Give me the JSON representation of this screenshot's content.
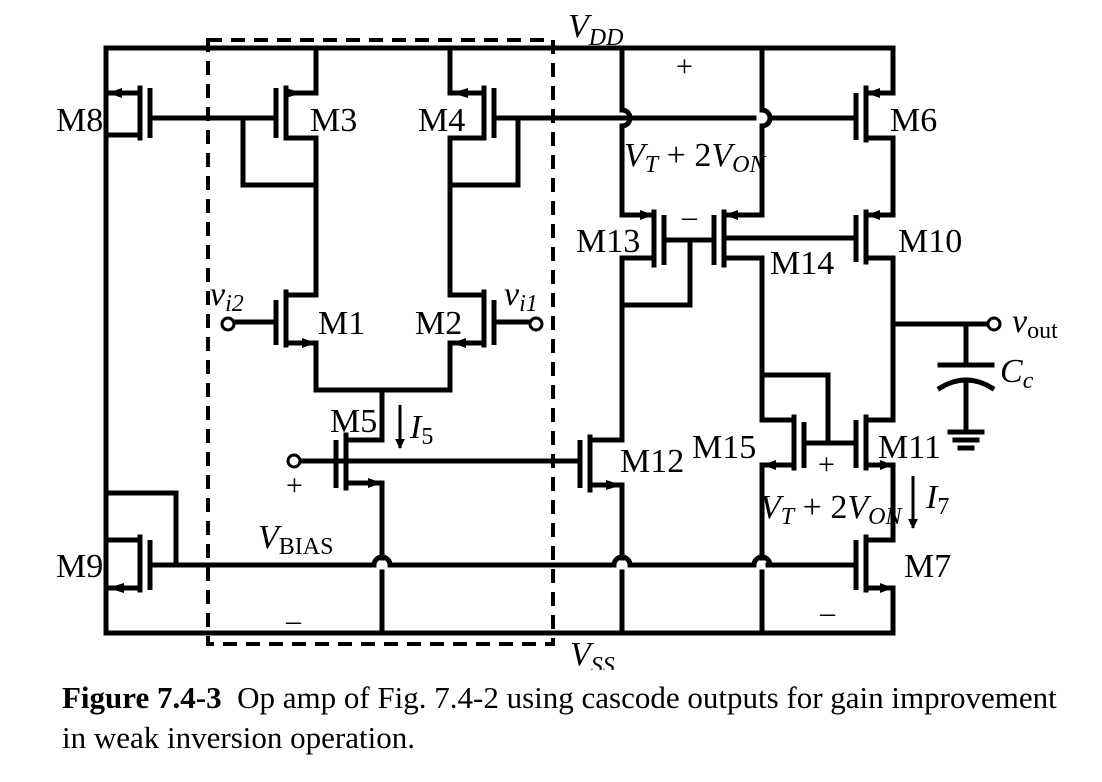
{
  "labels": {
    "m1": "M1",
    "m2": "M2",
    "m3": "M3",
    "m4": "M4",
    "m5": "M5",
    "m6": "M6",
    "m7": "M7",
    "m8": "M8",
    "m9": "M9",
    "m10": "M10",
    "m11": "M11",
    "m12": "M12",
    "m13": "M13",
    "m14": "M14",
    "m15": "M15"
  },
  "rails": {
    "vdd_main": "V",
    "vdd_sub": "DD",
    "vss_main": "V",
    "vss_sub": "SS"
  },
  "inputs": {
    "vi2_main": "v",
    "vi2_sub": "i2",
    "vi1_main": "v",
    "vi1_sub": "i1",
    "vout_main": "v",
    "vout_sub": "out"
  },
  "currents": {
    "i5_main": "I",
    "i5_sub": "5",
    "i7_main": "I",
    "i7_sub": "7"
  },
  "bias": {
    "main": "V",
    "sub": "BIAS",
    "plus": "+",
    "minus": "–"
  },
  "compensation": {
    "main": "C",
    "sub": "c"
  },
  "bias_drops": {
    "top": {
      "vt": "V",
      "vt_sub": "T",
      "mid": " + 2",
      "von": "V",
      "von_sub": "ON",
      "plus": "+",
      "minus": "–"
    },
    "bottom": {
      "vt": "V",
      "vt_sub": "T",
      "mid": " + 2",
      "von": "V",
      "von_sub": "ON",
      "plus": "+",
      "minus": "–"
    }
  },
  "caption": {
    "figure": "Figure 7.4-3",
    "text": "Op amp of Fig. 7.4-2 using cascode outputs for gain improvement in weak inversion operation."
  }
}
